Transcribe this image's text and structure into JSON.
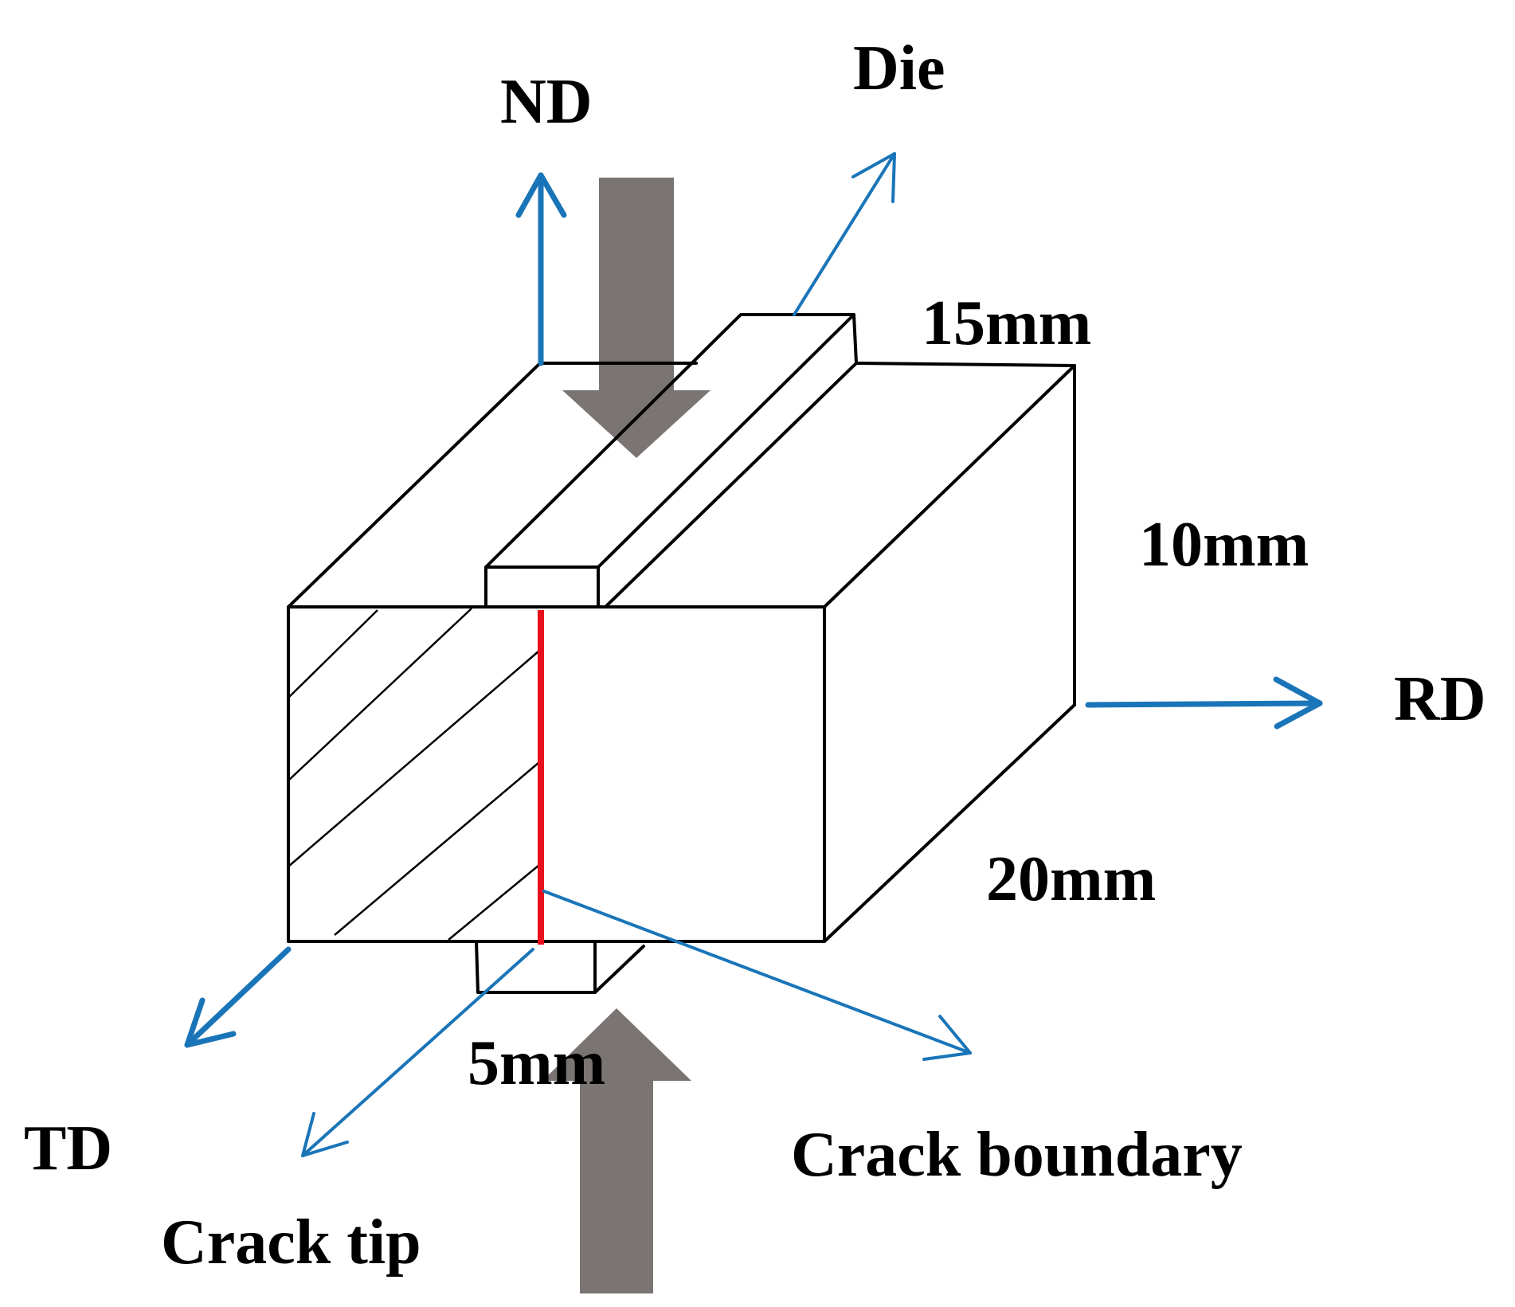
{
  "labels": {
    "nd": "ND",
    "die": "Die",
    "rd": "RD",
    "td": "TD",
    "dim_15": "15mm",
    "dim_10": "10mm",
    "dim_20": "20mm",
    "dim_5": "5mm",
    "crack_tip": "Crack tip",
    "crack_boundary": "Crack boundary"
  },
  "colors": {
    "axis_arrow": "#1a75b8",
    "crack_line": "#e8101a",
    "load_arrow": "#7a7473",
    "outline": "#000000"
  }
}
